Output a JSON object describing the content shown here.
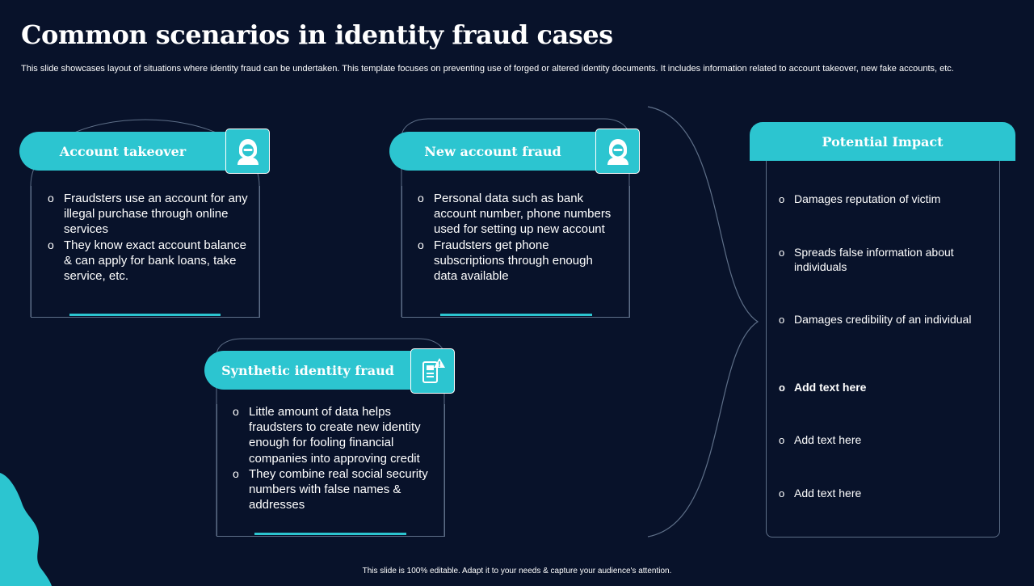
{
  "slide": {
    "title": "Common scenarios in identity fraud cases",
    "subtitle": "This slide showcases layout of situations where identity fraud can be undertaken. This template focuses on preventing use of forged or altered identity documents. It includes information related to account takeover, new fake accounts, etc.",
    "footer": "This slide is 100% editable. Adapt it to your needs & capture your audience's attention."
  },
  "colors": {
    "background": "#08122a",
    "accent": "#2cc5d0",
    "card_border": "#5e6f88",
    "text": "#ffffff"
  },
  "scenarios": [
    {
      "title": "Account takeover",
      "icon": "hacker-icon",
      "bullets": [
        "Fraudsters use an account for any illegal purchase through online services",
        "They know exact account balance & can apply for bank loans, take service, etc."
      ]
    },
    {
      "title": "New account fraud",
      "icon": "hacker-icon",
      "bullets": [
        "Personal data such as bank account number, phone numbers used for setting up new account",
        "Fraudsters get phone subscriptions through  enough data available"
      ]
    },
    {
      "title": "Synthetic identity fraud",
      "icon": "id-card-alert-icon",
      "bullets": [
        "Little amount of data helps fraudsters to create new identity enough for fooling financial companies into approving credit",
        "They combine real social security numbers with false names & addresses"
      ]
    }
  ],
  "impact": {
    "title": "Potential Impact",
    "items": [
      "Damages reputation of victim",
      "Spreads false information about individuals",
      "Damages credibility of an individual",
      "Add  text here",
      "Add text here",
      "Add text here"
    ]
  }
}
